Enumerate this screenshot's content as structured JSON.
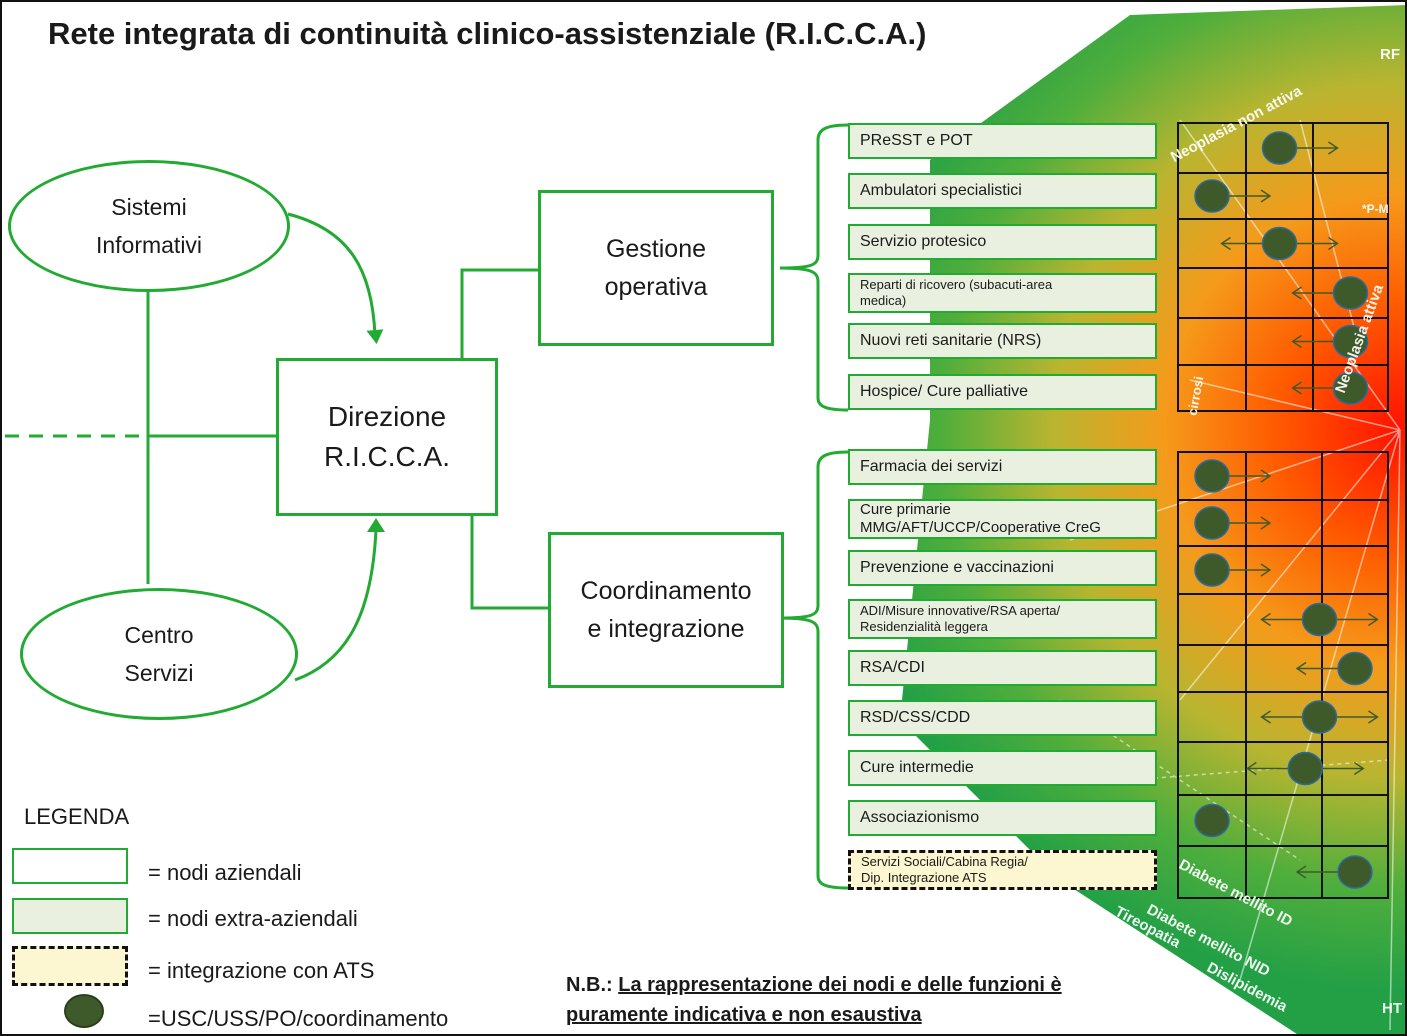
{
  "title": "Rete integrata di continuità clinico-assistenziale (R.I.C.C.A.)",
  "ellipses": {
    "sistemi": "Sistemi\nInformativi",
    "centro": "Centro\nServizi"
  },
  "boxes": {
    "direzione": "Direzione\nR.I.C.C.A.",
    "gestione": "Gestione\noperativa",
    "coordinamento": "Coordinamento\ne integrazione"
  },
  "gestione_nodes": [
    "PReSST e POT",
    "Ambulatori specialistici",
    "Servizio protesico",
    "Reparti di ricovero (subacuti-area\nmedica)",
    "Nuovi reti sanitarie (NRS)",
    "Hospice/ Cure palliative"
  ],
  "coordinamento_nodes": [
    "Farmacia dei servizi",
    "Cure primarie\nMMG/AFT/UCCP/Cooperative CreG",
    "Prevenzione e vaccinazioni",
    "ADI/Misure innovative/RSA aperta/\nResidenzialità leggera",
    "RSA/CDI",
    "RSD/CSS/CDD",
    "Cure intermedie",
    "Associazionismo",
    "Servizi Sociali/Cabina Regia/\nDip. Integrazione ATS"
  ],
  "background_labels": {
    "neoplasia_non_attiva": "Neoplasia non attiva",
    "neoplasia_attiva": "Neoplasia attiva",
    "cirrosi": "cirrosi",
    "diabete_id": "Diabete mellito ID",
    "diabete_nid": "Diabete mellito NID",
    "tireopatia": "Tireopatia",
    "dislipidemia": "Dislipidemia",
    "rf": "RF",
    "pm": "*P-M",
    "ht": "HT"
  },
  "legend": {
    "title": "LEGENDA",
    "items": [
      "= nodi aziendali",
      "= nodi extra-aziendali",
      "= integrazione con ATS",
      "=USC/USS/PO/coordinamento"
    ]
  },
  "note": {
    "prefix": "N.B.:",
    "line1": "La rappresentazione dei nodi e delle funzioni è",
    "line2": "puramente indicativa e non esaustiva"
  },
  "colors": {
    "green_line": "#22aa33",
    "node_fill": "#eaf0df",
    "ats_fill": "#fcf7d0",
    "dot": "#3f5a2a",
    "heat_green": "#23a046",
    "heat_red": "#ff1a00"
  },
  "upper_grid": [
    {
      "dot": 2,
      "arrow": "right"
    },
    {
      "dot": 1,
      "arrow": "right"
    },
    {
      "dot": 2,
      "arrow": "both"
    },
    {
      "dot": 3,
      "arrow": "left"
    },
    {
      "dot": 3,
      "arrow": "left"
    },
    {
      "dot": 3,
      "arrow": "left"
    }
  ],
  "lower_grid": [
    {
      "dot": 1,
      "arrow": "right"
    },
    {
      "dot": 1,
      "arrow": "right"
    },
    {
      "dot": 1,
      "arrow": "right"
    },
    {
      "dot": 2.5,
      "arrow": "both"
    },
    {
      "dot": 3,
      "arrow": "left"
    },
    {
      "dot": 2.5,
      "arrow": "both"
    },
    {
      "dot": 2.3,
      "arrow": "both"
    },
    {
      "dot": 1,
      "arrow": "none"
    },
    {
      "dot": 3,
      "arrow": "left"
    }
  ]
}
